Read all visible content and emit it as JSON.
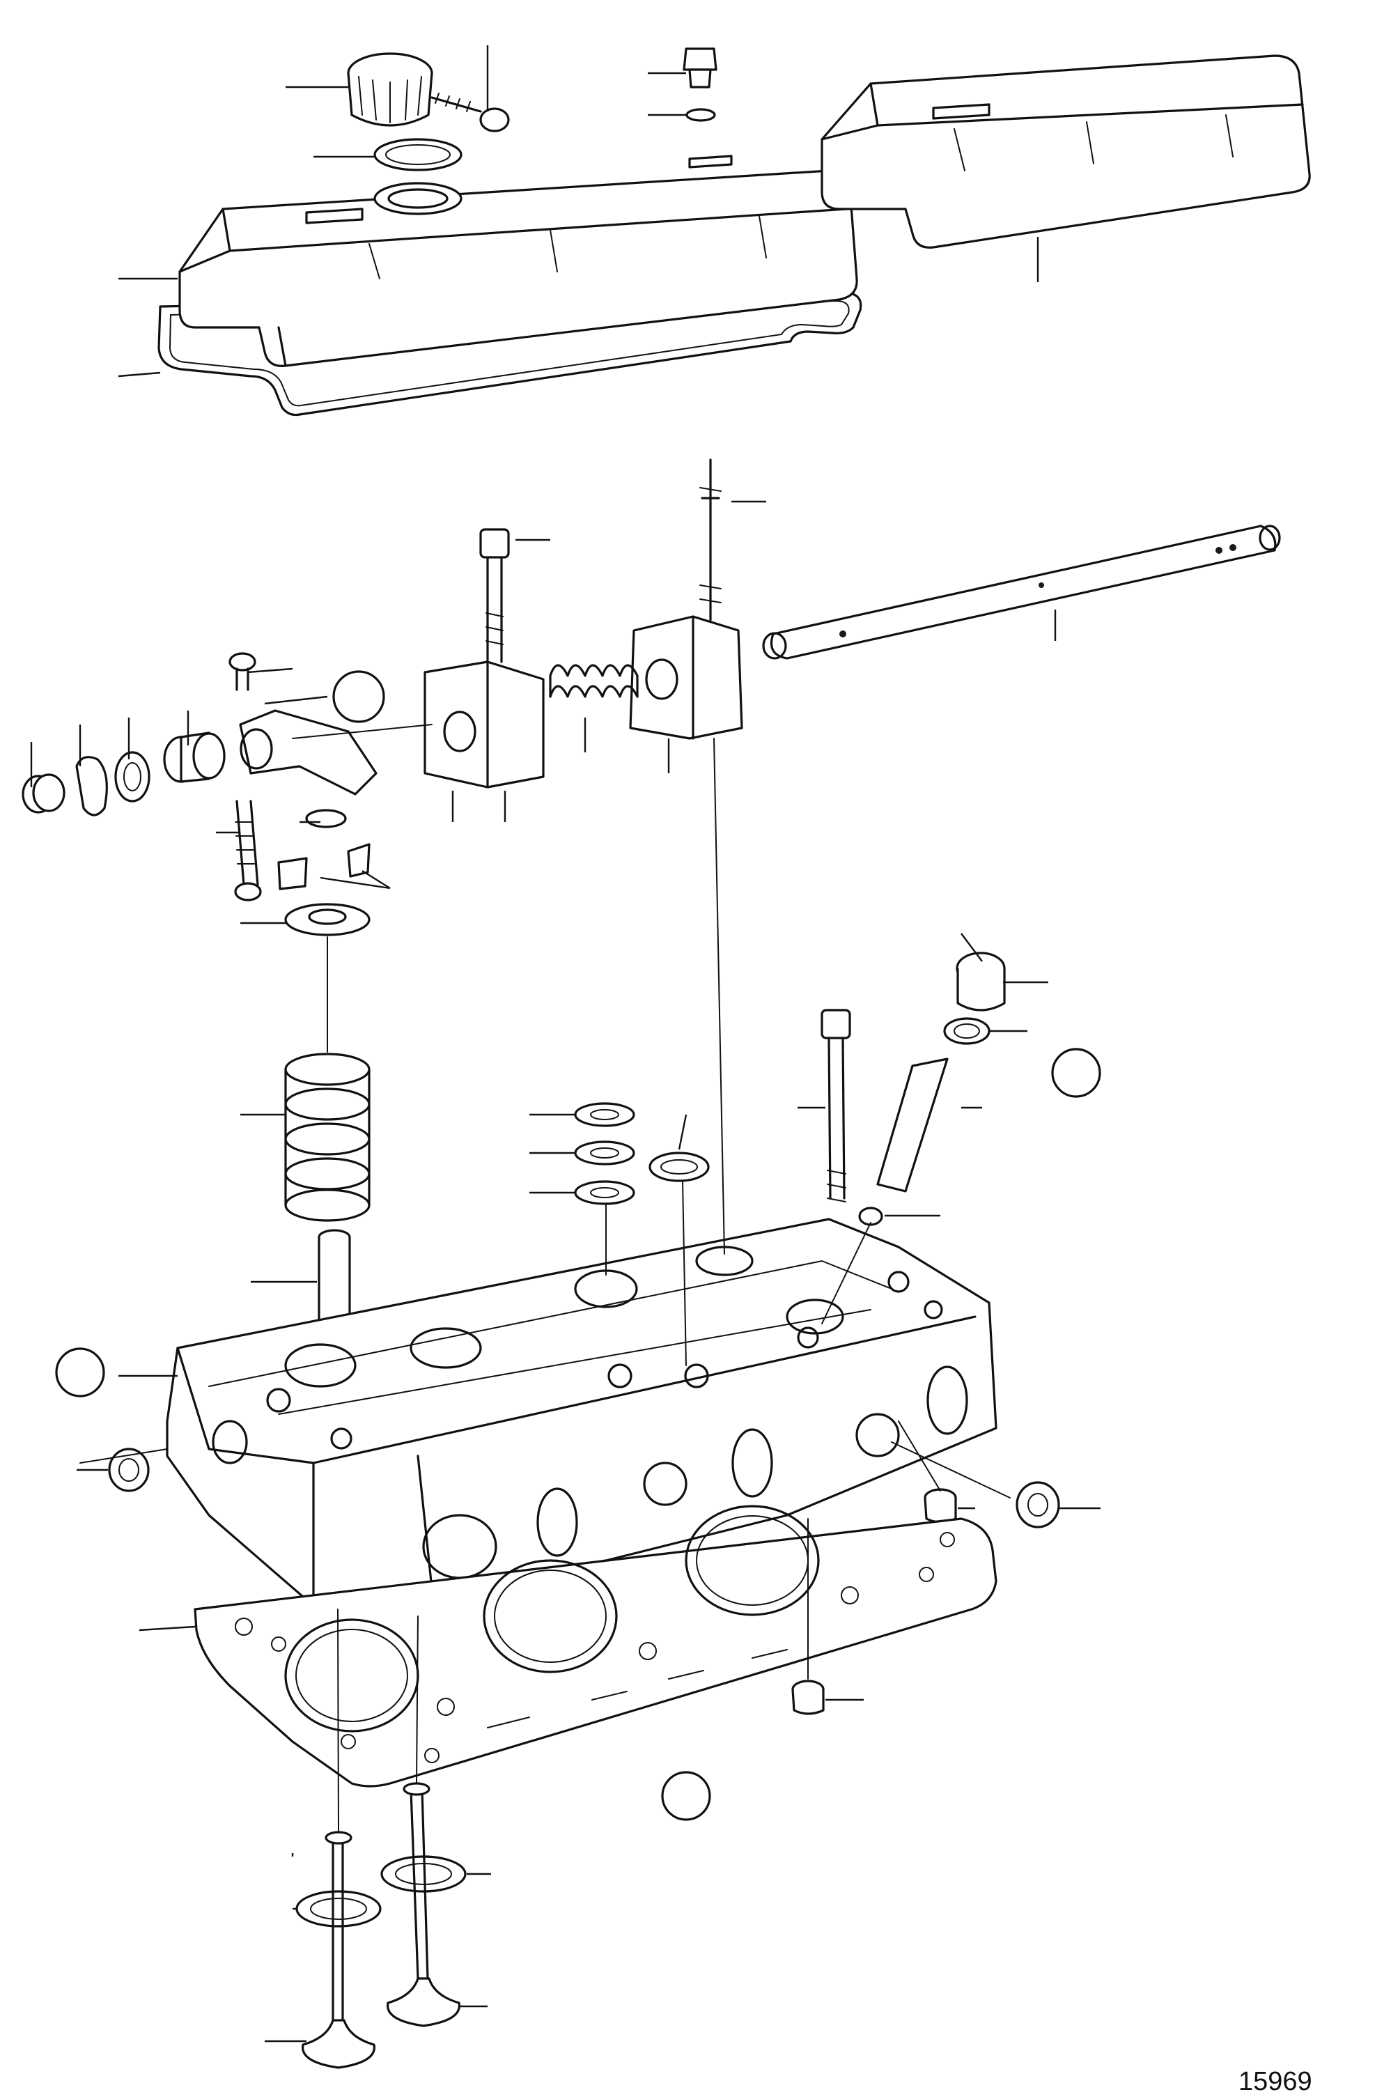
{
  "drawing": {
    "reference_number": "15969"
  },
  "colors": {
    "ink": "#111111",
    "paper": "#ffffff"
  },
  "parts": [
    {
      "id": "oil-filler-cap",
      "icon": "cap-icon"
    },
    {
      "id": "cap-screw",
      "icon": "screw-icon"
    },
    {
      "id": "filler-seal",
      "icon": "ring-icon"
    },
    {
      "id": "breather-nipple",
      "icon": "nipple-icon"
    },
    {
      "id": "nipple-washer",
      "icon": "washer-icon"
    },
    {
      "id": "valve-cover-front",
      "icon": "cover-icon"
    },
    {
      "id": "valve-cover-rear",
      "icon": "cover-icon"
    },
    {
      "id": "valve-cover-gasket",
      "icon": "gasket-icon"
    },
    {
      "id": "rocker-shaft",
      "icon": "shaft-icon"
    },
    {
      "id": "rocker-spring",
      "icon": "spring-icon"
    },
    {
      "id": "rocker-bracket",
      "icon": "bracket-icon"
    },
    {
      "id": "rocker-arm",
      "icon": "rocker-icon"
    },
    {
      "id": "adjuster-screw",
      "icon": "screw-icon"
    },
    {
      "id": "valve-collets",
      "icon": "collet-icon"
    },
    {
      "id": "spring-cap",
      "icon": "cap-icon"
    },
    {
      "id": "valve-spring",
      "icon": "spring-icon"
    },
    {
      "id": "valve-guide",
      "icon": "guide-icon"
    },
    {
      "id": "cylinder-head",
      "icon": "head-icon"
    },
    {
      "id": "head-gasket",
      "icon": "gasket-icon"
    },
    {
      "id": "inlet-valve",
      "icon": "valve-icon"
    },
    {
      "id": "exhaust-valve",
      "icon": "valve-icon"
    },
    {
      "id": "head-bolt",
      "icon": "bolt-icon"
    },
    {
      "id": "injector-sleeve",
      "icon": "sleeve-icon"
    },
    {
      "id": "core-plug",
      "icon": "plug-icon"
    },
    {
      "id": "drain-plug",
      "icon": "plug-icon"
    }
  ]
}
